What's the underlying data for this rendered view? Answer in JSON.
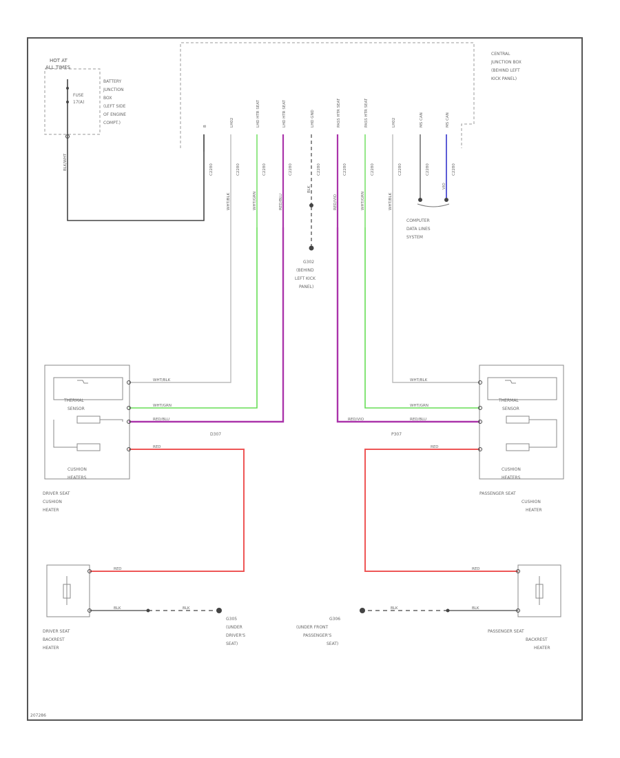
{
  "colors": {
    "wire_black": "#444444",
    "wire_white": "#bbbbbb",
    "wire_green": "#66dd55",
    "wire_violet": "#aa33aa",
    "wire_red": "#ee5555",
    "wire_blue": "#3333cc"
  },
  "labels": {
    "hot_at": "HOT AT",
    "all_times": "ALL TIMES",
    "fuse": "FUSE",
    "fuse_rating": "17(A)",
    "bjb_1": "BATTERY",
    "bjb_2": "JUNCTION",
    "bjb_3": "BOX",
    "bjb_4": "(LEFT SIDE",
    "bjb_5": "OF ENGINE",
    "bjb_6": "COMPT.)",
    "cjb_1": "CENTRAL",
    "cjb_2": "JUNCTION BOX",
    "cjb_3": "(BEHIND LEFT",
    "cjb_4": "KICK PANEL)",
    "g_left_1": "G302",
    "g_left_2": "(BEHIND",
    "g_left_3": "LEFT KICK",
    "g_left_4": "PANEL)",
    "cdl_1": "COMPUTER",
    "cdl_2": "DATA LINES",
    "cdl_3": "SYSTEM",
    "dsc_1": "DRIVER SEAT",
    "dsc_2": "CUSHION",
    "dsc_3": "HEATER",
    "psc_1": "PASSENGER SEAT",
    "psc_2": "CUSHION",
    "psc_3": "HEATER",
    "dsb_1": "DRIVER SEAT",
    "dsb_2": "BACKREST",
    "dsb_3": "HEATER",
    "psb_1": "PASSENGER SEAT",
    "psb_2": "BACKREST",
    "psb_3": "HEATER",
    "gd_1": "G305",
    "gd_2": "(UNDER",
    "gd_3": "DRIVER'S",
    "gd_4": "SEAT)",
    "gp_1": "G306",
    "gp_2": "(UNDER FRONT",
    "gp_3": "PASSENGER'S",
    "gp_4": "SEAT)",
    "thermal_1": "THERMAL",
    "thermal_2": "SENSOR",
    "cushion_1": "CUSHION",
    "cushion_2": "HEATERS",
    "conn_left": "D307",
    "conn_right": "P307",
    "fig_id": "207286"
  },
  "wire_labels": {
    "wht_blk": "WHT/BLK",
    "wht_grn": "WHT/GRN",
    "red_blu": "RED/BLU",
    "red_vio": "RED/VIO",
    "red": "RED",
    "blk": "BLK",
    "blk_wht": "BLK/WHT",
    "vio": "VIO"
  },
  "cjb_pins": [
    "B",
    "LH02",
    "LHD HTR SEAT",
    "LHD HTR SEAT",
    "LHD GND",
    "PASS HTR SEAT",
    "PASS HTR SEAT",
    "LH02",
    "MS CAN",
    "MS CAN"
  ],
  "cjb_conns": [
    "C2280",
    "C2280",
    "C2280",
    "C2280",
    "C2280",
    "C2280",
    "C2280",
    "C2280",
    "C2280",
    "C2280"
  ]
}
